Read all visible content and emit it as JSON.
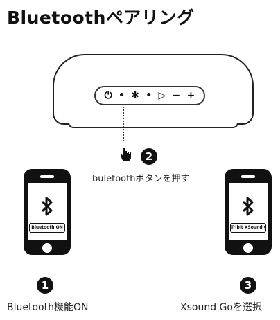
{
  "title": "Bluetoothペアリング",
  "speaker": {
    "controls": [
      "⏻",
      "•",
      "✱",
      "•",
      "▷",
      "−",
      "+"
    ]
  },
  "step2": {
    "number": "2",
    "label": "buletoothボタンを押す"
  },
  "step1": {
    "number": "1",
    "screen_text": "Bluetooth ON",
    "caption": "Bluetooth機能ON"
  },
  "step3": {
    "number": "3",
    "screen_text": "Tribit XSound Go",
    "caption": "Xsound Goを選択"
  },
  "icons": {
    "hand": "pointing-hand-icon",
    "bluetooth": "bluetooth-icon"
  }
}
